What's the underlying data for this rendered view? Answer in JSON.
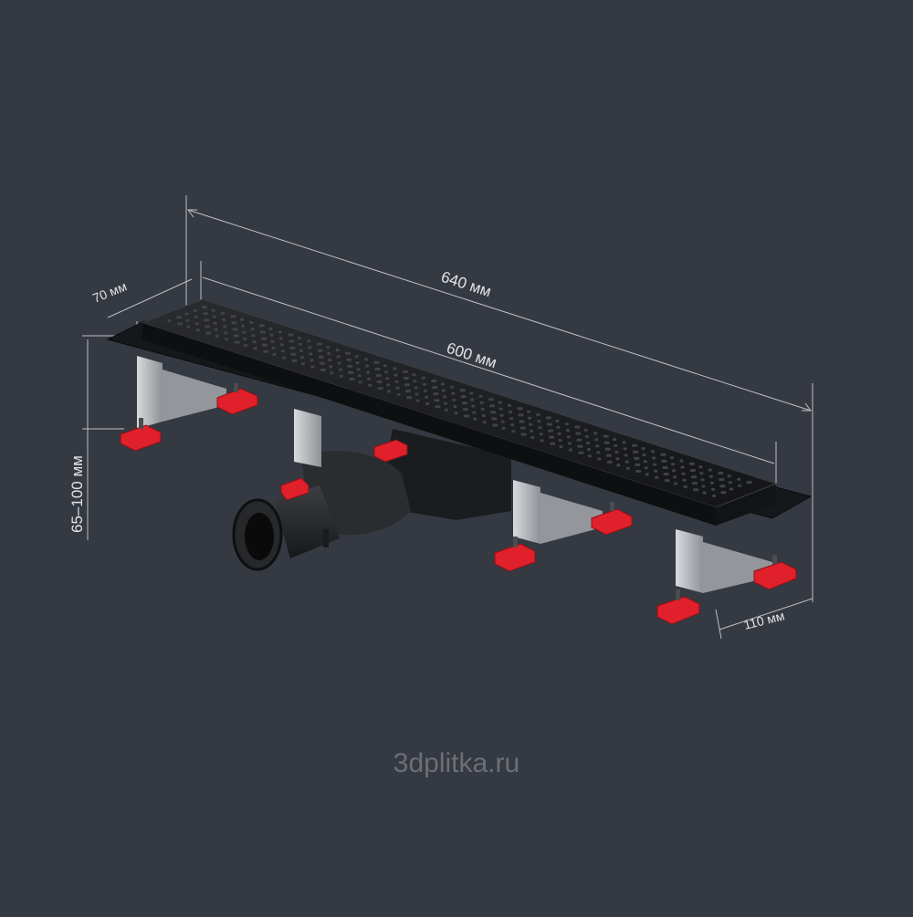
{
  "dimensions": {
    "overall_length": "640 мм",
    "grate_length": "600 мм",
    "width": "70 мм",
    "height_range": "65–100 мм",
    "foot_depth": "110 мм"
  },
  "watermark": "3dplitka.ru",
  "colors": {
    "background": "#353941",
    "dimension_line": "#d6d8dc",
    "grate": "#1c1d20",
    "support_red": "#e0202a",
    "bracket": "#b9bcc0"
  }
}
